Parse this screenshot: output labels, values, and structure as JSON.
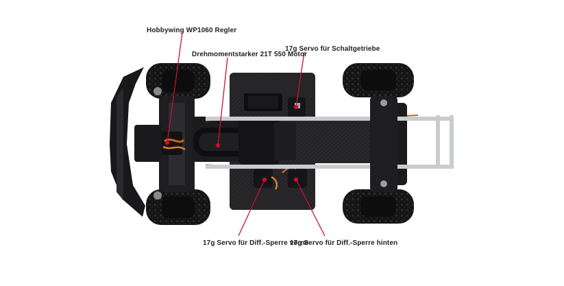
{
  "callouts": {
    "esc": "Hobbywing WP1060 Regler",
    "motor": "Drehmomentstarker 21T 550 Motor",
    "shift_servo": "17g Servo für Schaltgetriebe",
    "front_diff_servo": "17g Servo für Diff.-Sperre vorne",
    "rear_diff_servo": "17g Servo für Diff.-Sperre hinten"
  },
  "colors": {
    "callout_line": "#c8102e",
    "background": "#ffffff",
    "chassis_dark": "#1b1b1d",
    "tire": "#0f0f10",
    "rail": "#c9cccf"
  }
}
